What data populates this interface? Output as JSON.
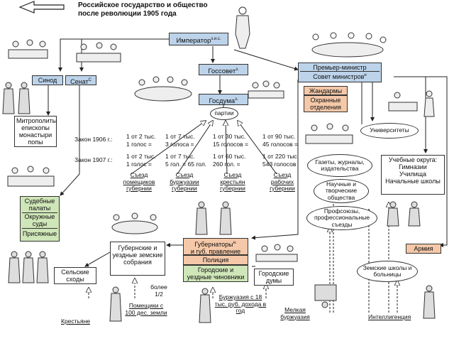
{
  "title": {
    "line1": "Российское государство и общество",
    "line2": "после революции 1905 года"
  },
  "emperor": {
    "label": "Император",
    "sup": "з.и.с."
  },
  "premier": {
    "line1": "Премьер-министр",
    "line2": "Совет министров",
    "sup": "н"
  },
  "gendarmes": "Жандармы",
  "okhrana": "Охранные отделения",
  "synod": "Синод",
  "senate": {
    "label": "Сенат",
    "sup": "С"
  },
  "gossovet": {
    "label": "Госсовет",
    "sup": "з."
  },
  "gosduma": {
    "label": "Госдума",
    "sup": "з."
  },
  "parties": "партии",
  "clergy": [
    "Митрополиты",
    "епископы",
    "монастыри",
    "попы"
  ],
  "law1906": {
    "label": "Закон 1906 г.:",
    "cols": [
      "1 от 2 тыс.",
      "1 от 7 тыс.",
      "1 от 30 тыс.",
      "1 от 90 тыс."
    ],
    "cols2": [
      "1 голос =",
      "3 голоса =",
      "15 голосов =",
      "45 голосов ="
    ]
  },
  "law1907": {
    "label": "Закон 1907 г.:",
    "cols": [
      "1 от 2 тыс.",
      "1 от 7 тыс.",
      "1 от 60 тыс.",
      "1 от 220 тыс."
    ],
    "cols2": [
      "1 голос =",
      "5 гол. = 65 гол.",
      "260 гол. =",
      "543 голосов"
    ]
  },
  "congresses": [
    "Съезд помещиков губернии",
    "Съезд буржуазии губернии",
    "Съезд крестьян губернии",
    "Съезд рабочих губернии"
  ],
  "universities": "Университеты",
  "press": "Газеты, журналы, издательства",
  "societies": "Научные и творческие общества",
  "unions": "Профсоюзы, профессиональные съезды",
  "edu": {
    "title": "Учебные округа:",
    "items": [
      "Гимназии",
      "Училища",
      "Начальные школы"
    ]
  },
  "army": "Армия",
  "zemstvo_schools": "Земские школы и больницы",
  "intelligentsia": "Интеллигенция",
  "courts": [
    "Судебные палаты",
    "Окружные суды",
    "Присяжные"
  ],
  "governors": {
    "line1": "Губернаторы",
    "sup": "н.",
    "line2": "и губ. правление"
  },
  "police": "Полиция",
  "officials": "Городские и уездные чиновники",
  "city_duma": "Городские думы",
  "zemstvo": "Губернские и уездные земские собрания",
  "rural": "Сельские сходы",
  "peasants": "Крестьяне",
  "more_half": "более 1/2",
  "landowners": "Помещики с 100 дес. земли",
  "bourgeoisie": "Буржуазия с 18 тыс. руб. дохода в год",
  "petty_bourgeoisie": "Мелкая буржуазия",
  "colors": {
    "blue": "#bcd3ea",
    "green": "#cfe6b8",
    "peach": "#f4c8a8"
  }
}
